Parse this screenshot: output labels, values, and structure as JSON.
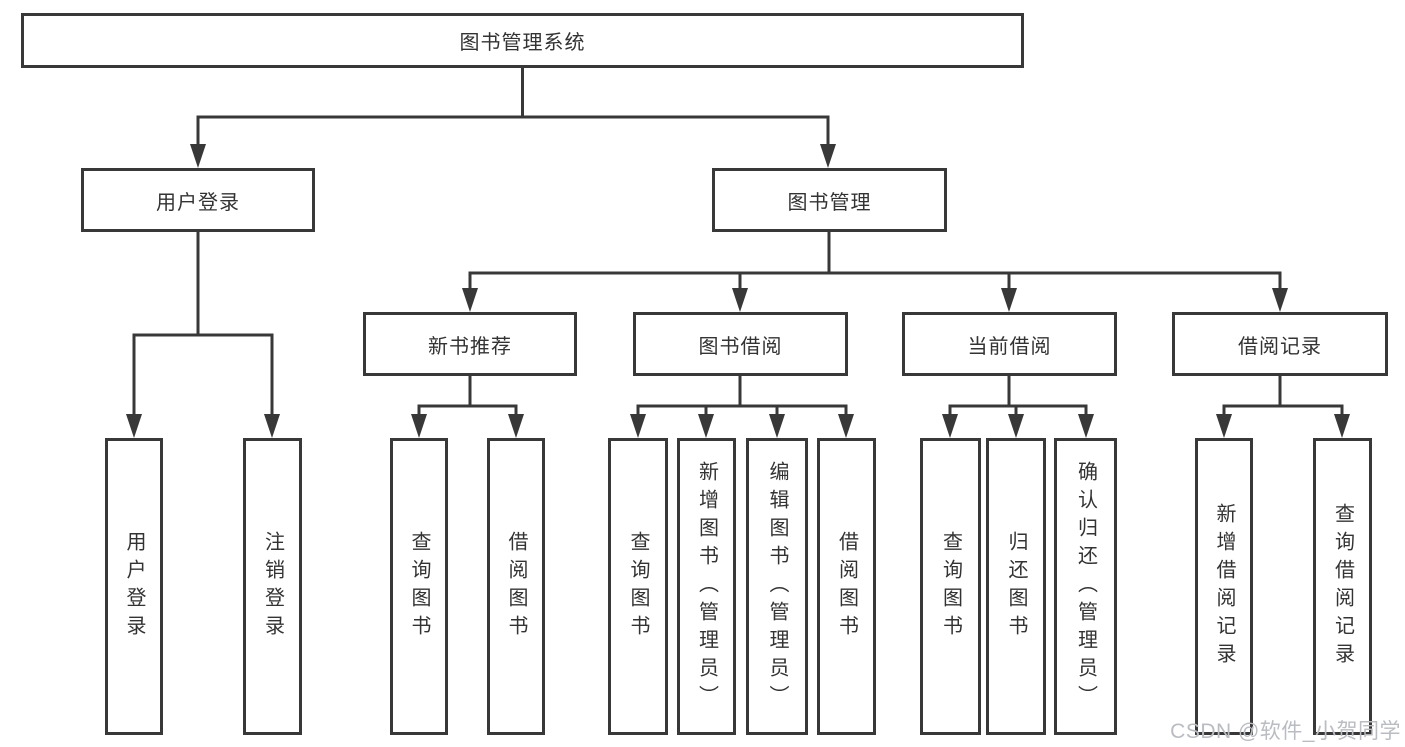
{
  "diagram": {
    "type": "tree-diagram",
    "root": {
      "label": "图书管理系统",
      "children": [
        {
          "label": "用户登录",
          "children": [
            {
              "label": "用户登录"
            },
            {
              "label": "注销登录"
            }
          ]
        },
        {
          "label": "图书管理",
          "children": [
            {
              "label": "新书推荐",
              "children": [
                {
                  "label": "查询图书"
                },
                {
                  "label": "借阅图书"
                }
              ]
            },
            {
              "label": "图书借阅",
              "children": [
                {
                  "label": "查询图书"
                },
                {
                  "label": "新增图书（管理员）"
                },
                {
                  "label": "编辑图书（管理员）"
                },
                {
                  "label": "借阅图书"
                }
              ]
            },
            {
              "label": "当前借阅",
              "children": [
                {
                  "label": "查询图书"
                },
                {
                  "label": "归还图书"
                },
                {
                  "label": "确认归还（管理员）"
                }
              ]
            },
            {
              "label": "借阅记录",
              "children": [
                {
                  "label": "新增借阅记录"
                },
                {
                  "label": "查询借阅记录"
                }
              ]
            }
          ]
        }
      ]
    }
  },
  "watermark": {
    "text": "CSDN @软件_小贺同学"
  },
  "colors": {
    "line": "#383838",
    "box_border": "#383838",
    "box_fill": "#ffffff",
    "text": "#333333",
    "watermark": "#b9bcc1",
    "background": "#ffffff"
  }
}
